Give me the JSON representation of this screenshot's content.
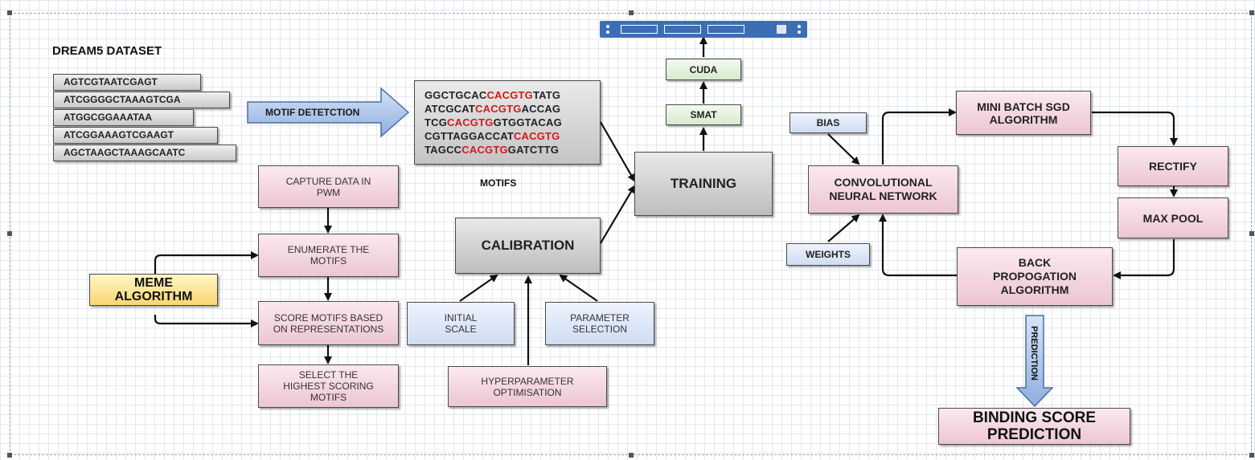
{
  "dataset": {
    "title": "DREAM5 DATASET",
    "sequences": [
      "AGTCGTAATCGAGT",
      "ATCGGGGCTAAAGTCGA",
      "ATGGCGGAAATAA",
      "ATCGGAAAGTCGAAGT",
      "AGCTAAGCTAAAGCAATC"
    ]
  },
  "motif_detection": "MOTIF DETETCTION",
  "motifs_box": {
    "lines": [
      {
        "pre": "GGCTGCAC",
        "hl": "CACGTG",
        "post": "TATG"
      },
      {
        "pre": "ATCGCAT",
        "hl": "CACGTG",
        "post": "ACCAG"
      },
      {
        "pre": "TCG",
        "hl": "CACGTG",
        "post": "GTGGTACAG"
      },
      {
        "pre": "CGTTAGGACCAT",
        "hl": "CACGTG",
        "post": ""
      },
      {
        "pre": "TAGCC",
        "hl": "CACGTG",
        "post": "GATCTTG"
      }
    ],
    "caption": "MOTIFS"
  },
  "meme": {
    "label": "MEME ALGORITHM",
    "steps": [
      "CAPTURE DATA IN PWM",
      "ENUMERATE THE MOTIFS",
      "SCORE MOTIFS BASED ON REPRESENTATIONS",
      "SELECT THE HIGHEST SCORING MOTIFS"
    ]
  },
  "calibration": {
    "label": "CALIBRATION",
    "inputs": [
      "INITIAL SCALE",
      "HYPERPARAMETER OPTIMISATION",
      "PARAMETER SELECTION"
    ]
  },
  "training": {
    "label": "TRAINING",
    "stack": [
      "SMAT",
      "CUDA"
    ]
  },
  "cnn": {
    "label": "CONVOLUTIONAL NEURAL NETWORK",
    "bias": "BIAS",
    "weights": "WEIGHTS",
    "loop": [
      "MINI BATCH SGD ALGORITHM",
      "RECTIFY",
      "MAX POOL",
      "BACK PROPOGATION ALGORITHM"
    ]
  },
  "prediction": {
    "arrow_label": "PREDICTION",
    "output": "BINDING SCORE PREDICTION"
  },
  "colors": {
    "pink": "#ecc6d2",
    "gray": "#c4c4c4",
    "blue": "#cfdcf2",
    "green": "#d6ebcd",
    "yellow": "#f8d76e",
    "highlight": "#d21a1a",
    "toolbar": "#3d6eb5"
  },
  "icons": [
    "toolbar-strip-icon"
  ]
}
